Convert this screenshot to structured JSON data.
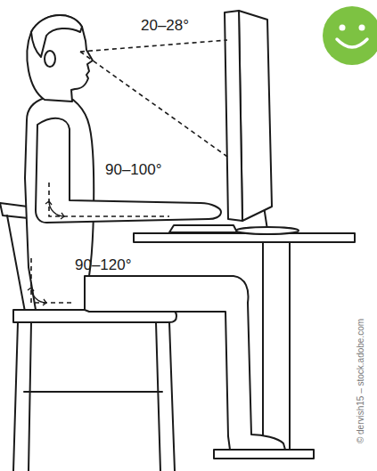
{
  "diagram": {
    "labels": [
      "20–28°",
      "90–100°",
      "90–120°",
      "© dervish15 – stock.adobe.com"
    ]
  }
}
